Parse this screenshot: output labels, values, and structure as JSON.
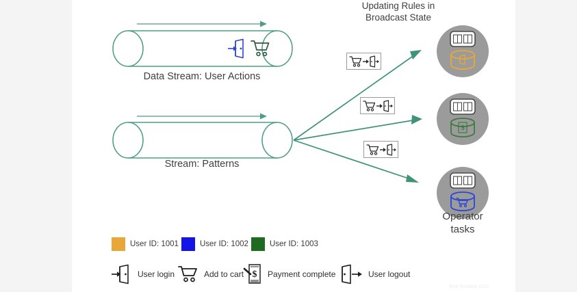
{
  "diagram": {
    "broadcast_title_line1": "Updating Rules in",
    "broadcast_title_line2": "Broadcast State",
    "operator_label_line1": "Operator",
    "operator_label_line2": "tasks",
    "watermark": "flink-forward-2011"
  },
  "colors": {
    "stream_green": "#4f9e7f",
    "arrow_green": "#3f9377",
    "circle_gray": "#9b9b9b",
    "user_1001": "#e8a838",
    "user_1002": "#1414e8",
    "user_1003": "#1f6b1f",
    "canvas_bg": "#ffffff",
    "page_bg": "#f4f4f4",
    "text": "#404040",
    "icon_dark": "#2b2b2b"
  },
  "streams": [
    {
      "label": "Data Stream: User Actions",
      "flow_direction": "right",
      "contents": [
        "user-login-icon",
        "cart-icon"
      ]
    },
    {
      "label": "Stream: Patterns",
      "flow_direction": "right",
      "contents": []
    }
  ],
  "patterns": [
    {
      "from": "cart-icon",
      "to": "user-logout-icon"
    },
    {
      "from": "cart-icon",
      "to": "user-logout-icon"
    },
    {
      "from": "cart-icon",
      "to": "user-logout-icon"
    }
  ],
  "operators": [
    {
      "state_color": "#e8a838",
      "state_glyph": "user-logout-icon",
      "user": "User ID: 1001"
    },
    {
      "state_color": "#3f7a3f",
      "state_glyph": "payment-icon",
      "user": "User ID: 1003"
    },
    {
      "state_color": "#2b45d8",
      "state_glyph": "cart-icon",
      "user": "User ID: 1002"
    }
  ],
  "legend_users": [
    {
      "color": "#e8a838",
      "label": "User ID: 1001"
    },
    {
      "color": "#1414e8",
      "label": "User ID: 1002"
    },
    {
      "color": "#1f6b1f",
      "label": "User ID: 1003"
    }
  ],
  "legend_actions": [
    {
      "icon": "user-login-icon",
      "label": "User login"
    },
    {
      "icon": "cart-icon",
      "label": "Add to cart"
    },
    {
      "icon": "payment-icon",
      "label": "Payment complete"
    },
    {
      "icon": "user-logout-icon",
      "label": "User logout"
    }
  ]
}
